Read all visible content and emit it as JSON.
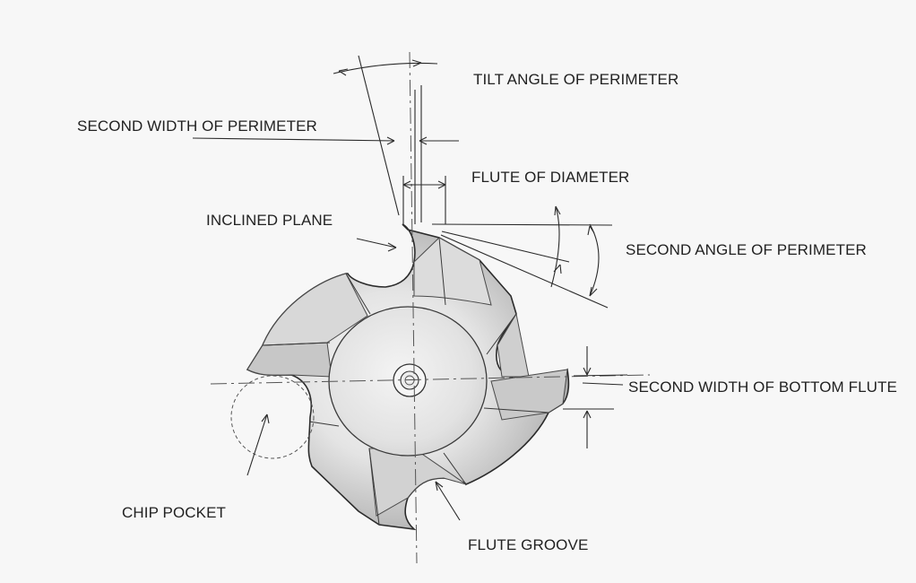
{
  "colors": {
    "background": "#f7f7f7",
    "line": "#2b2b2b",
    "metal_light": "#fafafa",
    "metal_mid": "#d6d6d6",
    "metal_dark": "#8e8e8e"
  },
  "labels": {
    "tilt_angle_of_perimeter": "TILT ANGLE OF PERIMETER",
    "second_width_of_perimeter": "SECOND WIDTH OF PERIMETER",
    "flute_of_diameter": "FLUTE OF DIAMETER",
    "inclined_plane": "INCLINED PLANE",
    "second_angle_of_perimeter": "SECOND ANGLE OF PERIMETER",
    "second_width_of_bottom_flute": "SECOND WIDTH OF BOTTOM FLUTE",
    "chip_pocket": "CHIP POCKET",
    "flute_groove": "FLUTE GROOVE"
  }
}
